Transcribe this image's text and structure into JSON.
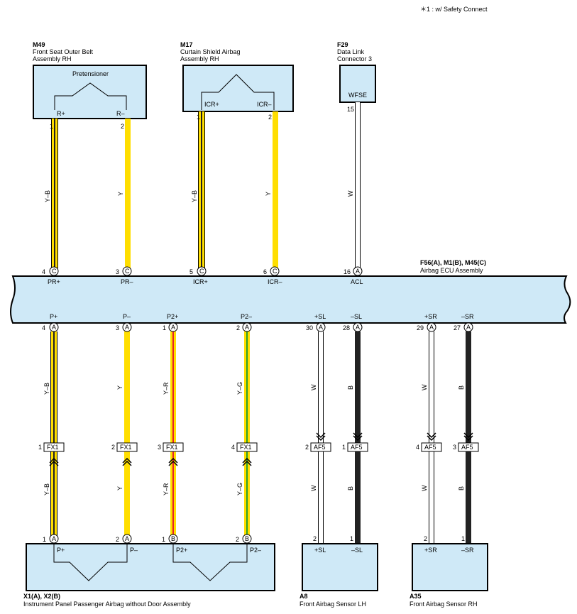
{
  "note": "＊1 : w/ Safety Connect",
  "components": {
    "m49": {
      "code": "M49",
      "name_l1": "Front Seat Outer Belt",
      "name_l2": "Assembly RH",
      "inner": "Pretensioner",
      "pin_a": "R+",
      "pin_b": "R–"
    },
    "m17": {
      "code": "M17",
      "name_l1": "Curtain Shield Airbag",
      "name_l2": "Assembly RH",
      "pin_a": "ICR+",
      "pin_b": "ICR–"
    },
    "f29": {
      "code": "F29",
      "name_l1": "Data Link",
      "name_l2": "Connector 3",
      "pin": "WFSE",
      "pin_no": "15"
    },
    "ecu": {
      "code": "F56(A), M1(B), M45(C)",
      "name": "Airbag ECU Assembly"
    },
    "x1": {
      "code": "X1(A), X2(B)",
      "name": "Instrument Panel Passenger Airbag without Door Assembly"
    },
    "a8": {
      "code": "A8",
      "name": "Front Airbag Sensor LH"
    },
    "a35": {
      "code": "A35",
      "name": "Front Airbag Sensor RH"
    }
  },
  "colors": {
    "yellow": "#ffde00",
    "red": "#e8202a",
    "green": "#2aa02a",
    "black": "#222222",
    "white": "#ffffff",
    "box_fill": "#cfe9f7"
  },
  "upper_wires": [
    {
      "top_pin": "1",
      "ecu_pin": "4",
      "conn": "C",
      "ecu_label": "PR+",
      "color": "Y–B"
    },
    {
      "top_pin": "2",
      "ecu_pin": "3",
      "conn": "C",
      "ecu_label": "PR–",
      "color": "Y"
    },
    {
      "top_pin": "1",
      "ecu_pin": "5",
      "conn": "C",
      "ecu_label": "ICR+",
      "color": "Y–B"
    },
    {
      "top_pin": "2",
      "ecu_pin": "6",
      "conn": "C",
      "ecu_label": "ICR–",
      "color": "Y"
    },
    {
      "top_pin": "15",
      "ecu_pin": "16",
      "conn": "A",
      "ecu_label": "ACL",
      "color": "W"
    }
  ],
  "lower_wires": [
    {
      "ecu_label": "P+",
      "ecu_pin": "4",
      "conn": "A",
      "color": "Y–B",
      "jc_pin": "1",
      "jc": "FX1",
      "end_pin": "1",
      "end_conn": "A",
      "end_label": "P+"
    },
    {
      "ecu_label": "P–",
      "ecu_pin": "3",
      "conn": "A",
      "color": "Y",
      "jc_pin": "2",
      "jc": "FX1",
      "end_pin": "2",
      "end_conn": "A",
      "end_label": "P–"
    },
    {
      "ecu_label": "P2+",
      "ecu_pin": "1",
      "conn": "A",
      "color": "Y–R",
      "jc_pin": "3",
      "jc": "FX1",
      "end_pin": "1",
      "end_conn": "B",
      "end_label": "P2+"
    },
    {
      "ecu_label": "P2–",
      "ecu_pin": "2",
      "conn": "A",
      "color": "Y–G",
      "jc_pin": "4",
      "jc": "FX1",
      "end_pin": "2",
      "end_conn": "B",
      "end_label": "P2–"
    },
    {
      "ecu_label": "+SL",
      "ecu_pin": "30",
      "conn": "A",
      "color": "W",
      "jc_pin": "2",
      "jc": "AF5",
      "end_pin": "2",
      "end_label": "+SL"
    },
    {
      "ecu_label": "–SL",
      "ecu_pin": "28",
      "conn": "A",
      "color": "B",
      "jc_pin": "1",
      "jc": "AF5",
      "end_pin": "1",
      "end_label": "–SL"
    },
    {
      "ecu_label": "+SR",
      "ecu_pin": "29",
      "conn": "A",
      "color": "W",
      "jc_pin": "4",
      "jc": "AF5",
      "end_pin": "2",
      "end_label": "+SR"
    },
    {
      "ecu_label": "–SR",
      "ecu_pin": "27",
      "conn": "A",
      "color": "B",
      "jc_pin": "3",
      "jc": "AF5",
      "end_pin": "1",
      "end_label": "–SR"
    }
  ]
}
